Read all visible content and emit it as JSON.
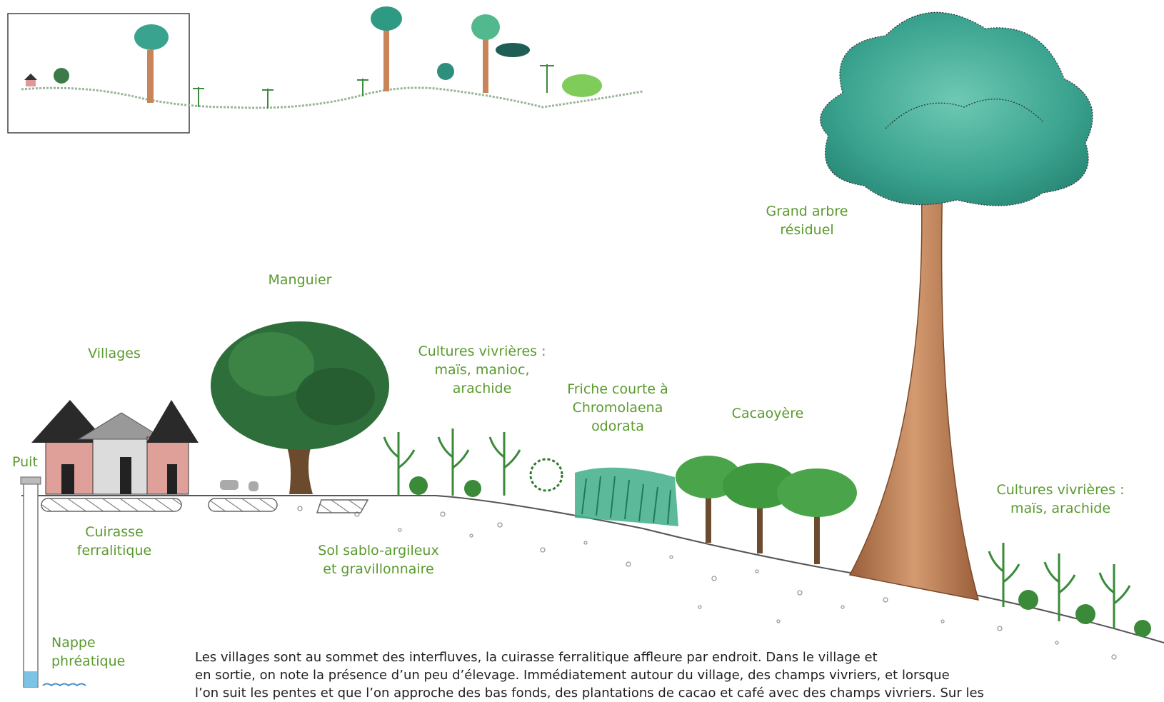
{
  "labels": {
    "manguier": "Manguier",
    "grand_arbre": [
      "Grand arbre",
      "résiduel"
    ],
    "villages": "Villages",
    "cultures1": [
      "Cultures vivrières :",
      "maïs, manioc,",
      "arachide"
    ],
    "friche": [
      "Friche courte à",
      "Chromolaena",
      "odorata"
    ],
    "cacaoyere": "Cacaoyère",
    "puit": "Puit",
    "cultures2": [
      "Cultures vivrières :",
      "maïs, arachide"
    ],
    "cuirasse": [
      "Cuirasse",
      "ferralitique"
    ],
    "sol": [
      "Sol sablo-argileux",
      "et gravillonnaire"
    ],
    "nappe": [
      "Nappe",
      "phréatique"
    ]
  },
  "caption": [
    "Les villages sont au sommet des interfluves, la cuirasse ferralitique affleure par endroit. Dans le village et",
    "en sortie, on note la présence d’un peu d’élevage. Immédiatement autour du village, des champs vivriers, et lorsque",
    "l’on suit les pentes et que l’on approche des bas fonds, des plantations de cacao et café avec des champs vivriers. Sur les"
  ],
  "colors": {
    "label": "#5a9a2e",
    "canopy": "#3aa38f",
    "trunk": "#c8855a",
    "mango": "#2e6e3a",
    "friche": "#3fae8a",
    "house_wall": "#e0a09a",
    "roof": "#2a2a2a"
  }
}
